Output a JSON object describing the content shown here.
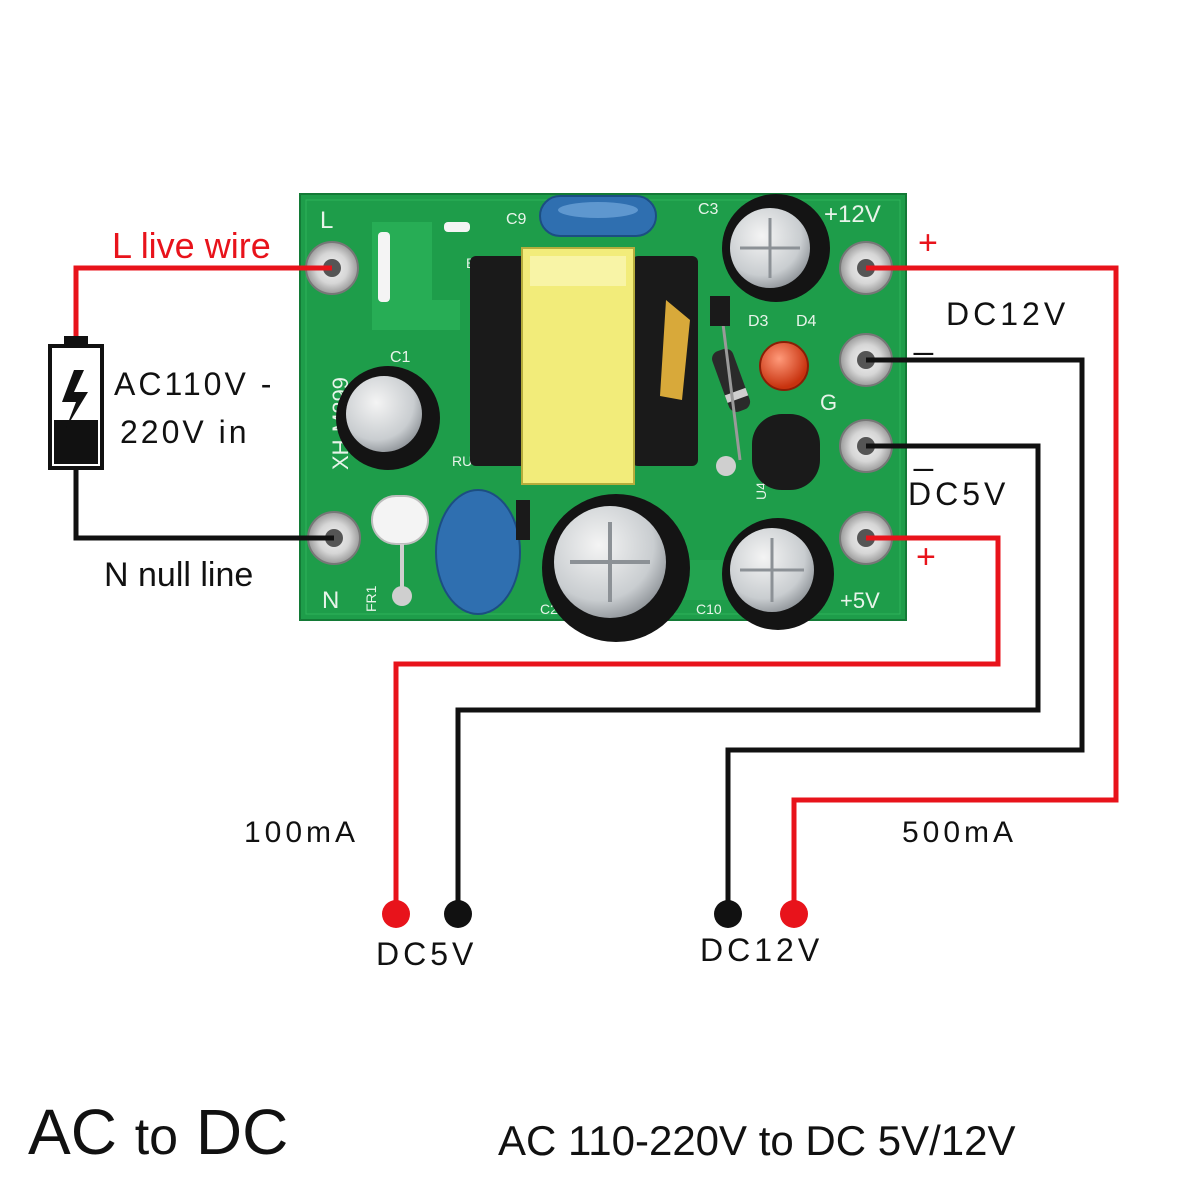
{
  "title": {
    "prefix": "AC",
    "middle": "to",
    "suffix": "DC"
  },
  "subtitle": "AC 110-220V to DC 5V/12V",
  "input": {
    "live_label": "L live wire",
    "null_label": "N null line",
    "source_line1": "AC110V -",
    "source_line2": "220V in"
  },
  "board": {
    "model": "XH-M299",
    "silkscreen": [
      "L",
      "N",
      "+12V",
      "+5V",
      "G",
      "C1",
      "C3",
      "C9",
      "B1",
      "D3",
      "D4",
      "U4",
      "RU",
      "FR1",
      "C10",
      "C2"
    ]
  },
  "outputs": {
    "dc12_top_label": "DC12V",
    "dc5_top_label": "DC5V",
    "plus_sign": "+",
    "minus_sign": "_",
    "current_5v": "100mA",
    "current_12v": "500mA",
    "dc5_bottom_label": "DC5V",
    "dc12_bottom_label": "DC12V"
  },
  "colors": {
    "positive_wire": "#e8131b",
    "negative_wire": "#111111",
    "pcb_green": "#1e9d4a",
    "transformer_yellow": "#f2ec7a",
    "led_red": "#e0401e",
    "capacitor_blue": "#2f6fb0"
  },
  "icons": {
    "battery": "battery-icon"
  }
}
